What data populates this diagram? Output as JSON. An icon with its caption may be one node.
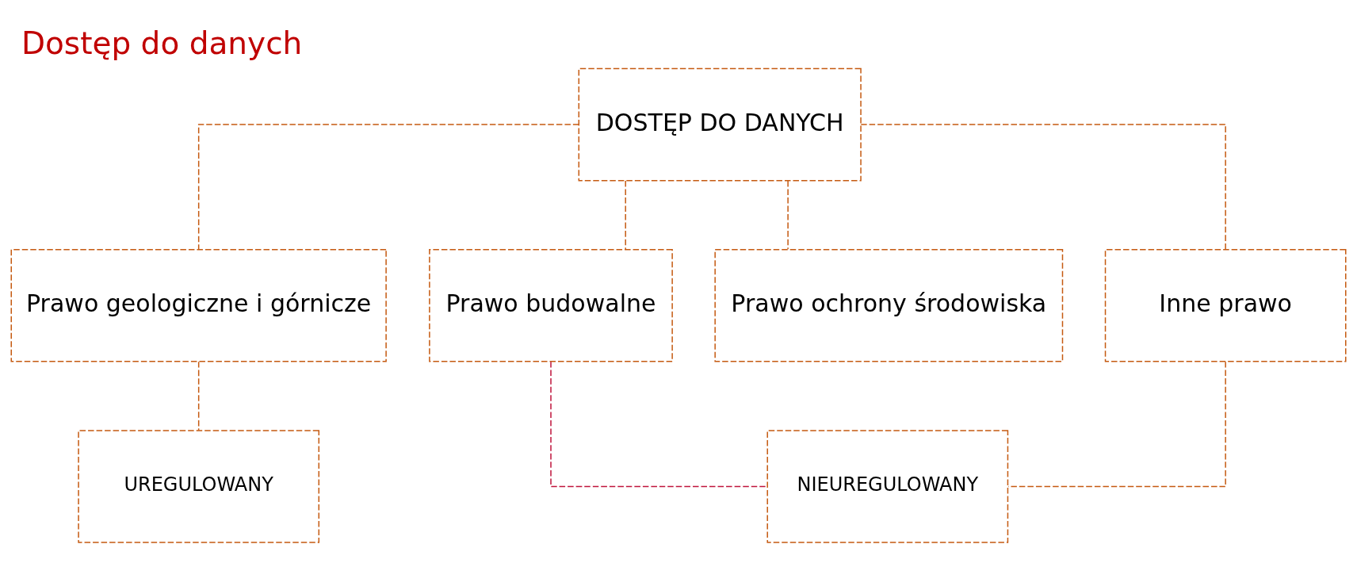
{
  "diagram": {
    "title": "Dostęp do danych",
    "nodes": [
      {
        "text": [
          "DOSTĘP DO DANYCH"
        ]
      },
      {
        "text": [
          "Prawo geologiczne i górnicze"
        ]
      },
      {
        "text": [
          "Prawo budowalne"
        ]
      },
      {
        "text": [
          "Prawo ochrony środowiska"
        ]
      },
      {
        "text": [
          "Inne prawo"
        ]
      },
      {
        "text": [
          "UREGULOWANY"
        ]
      },
      {
        "text": [
          "NIEUREGULOWANY"
        ]
      }
    ],
    "edges": [
      {
        "from": 0,
        "to": 1,
        "arrow": "none",
        "style": "dashed"
      },
      {
        "from": 0,
        "to": 2,
        "arrow": "none",
        "style": "dashed"
      },
      {
        "from": 0,
        "to": 3,
        "arrow": "none",
        "style": "dashed"
      },
      {
        "from": 0,
        "to": 4,
        "arrow": "none",
        "style": "dashed"
      },
      {
        "from": 1,
        "to": 5,
        "arrow": "none",
        "style": "dashed"
      },
      {
        "from": 2,
        "to": 6,
        "arrow": "none",
        "style": "dashed",
        "color": "#c0143c"
      },
      {
        "from": 4,
        "to": 6,
        "arrow": "none",
        "style": "dashed"
      }
    ]
  }
}
